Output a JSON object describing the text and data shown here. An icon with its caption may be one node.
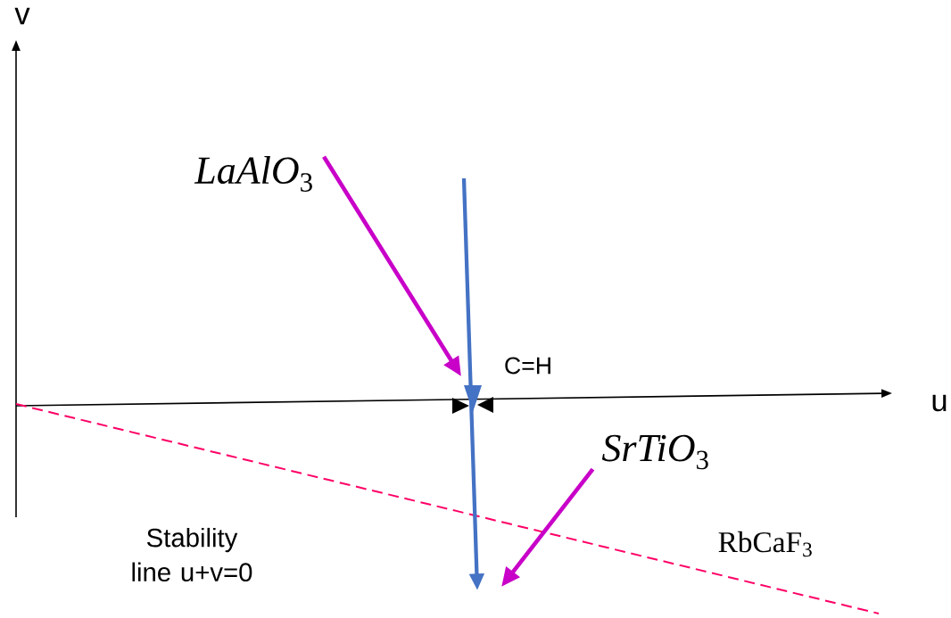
{
  "diagram": {
    "nodes": [
      {
        "text": [
          "*LaAlO*$_{3}$"
        ]
      },
      {
        "text": [
          "*SrTiO*$_{3}$"
        ]
      }
    ],
    "edges": [
      {
        "from": 0,
        "to": null,
        "arrow": "to"
      },
      {
        "from": 1,
        "to": null,
        "arrow": "to"
      }
    ],
    "labels": [
      "v",
      "u",
      "C=H",
      "Stability line u+v=0",
      "RbCaF$_{3}$"
    ]
  }
}
